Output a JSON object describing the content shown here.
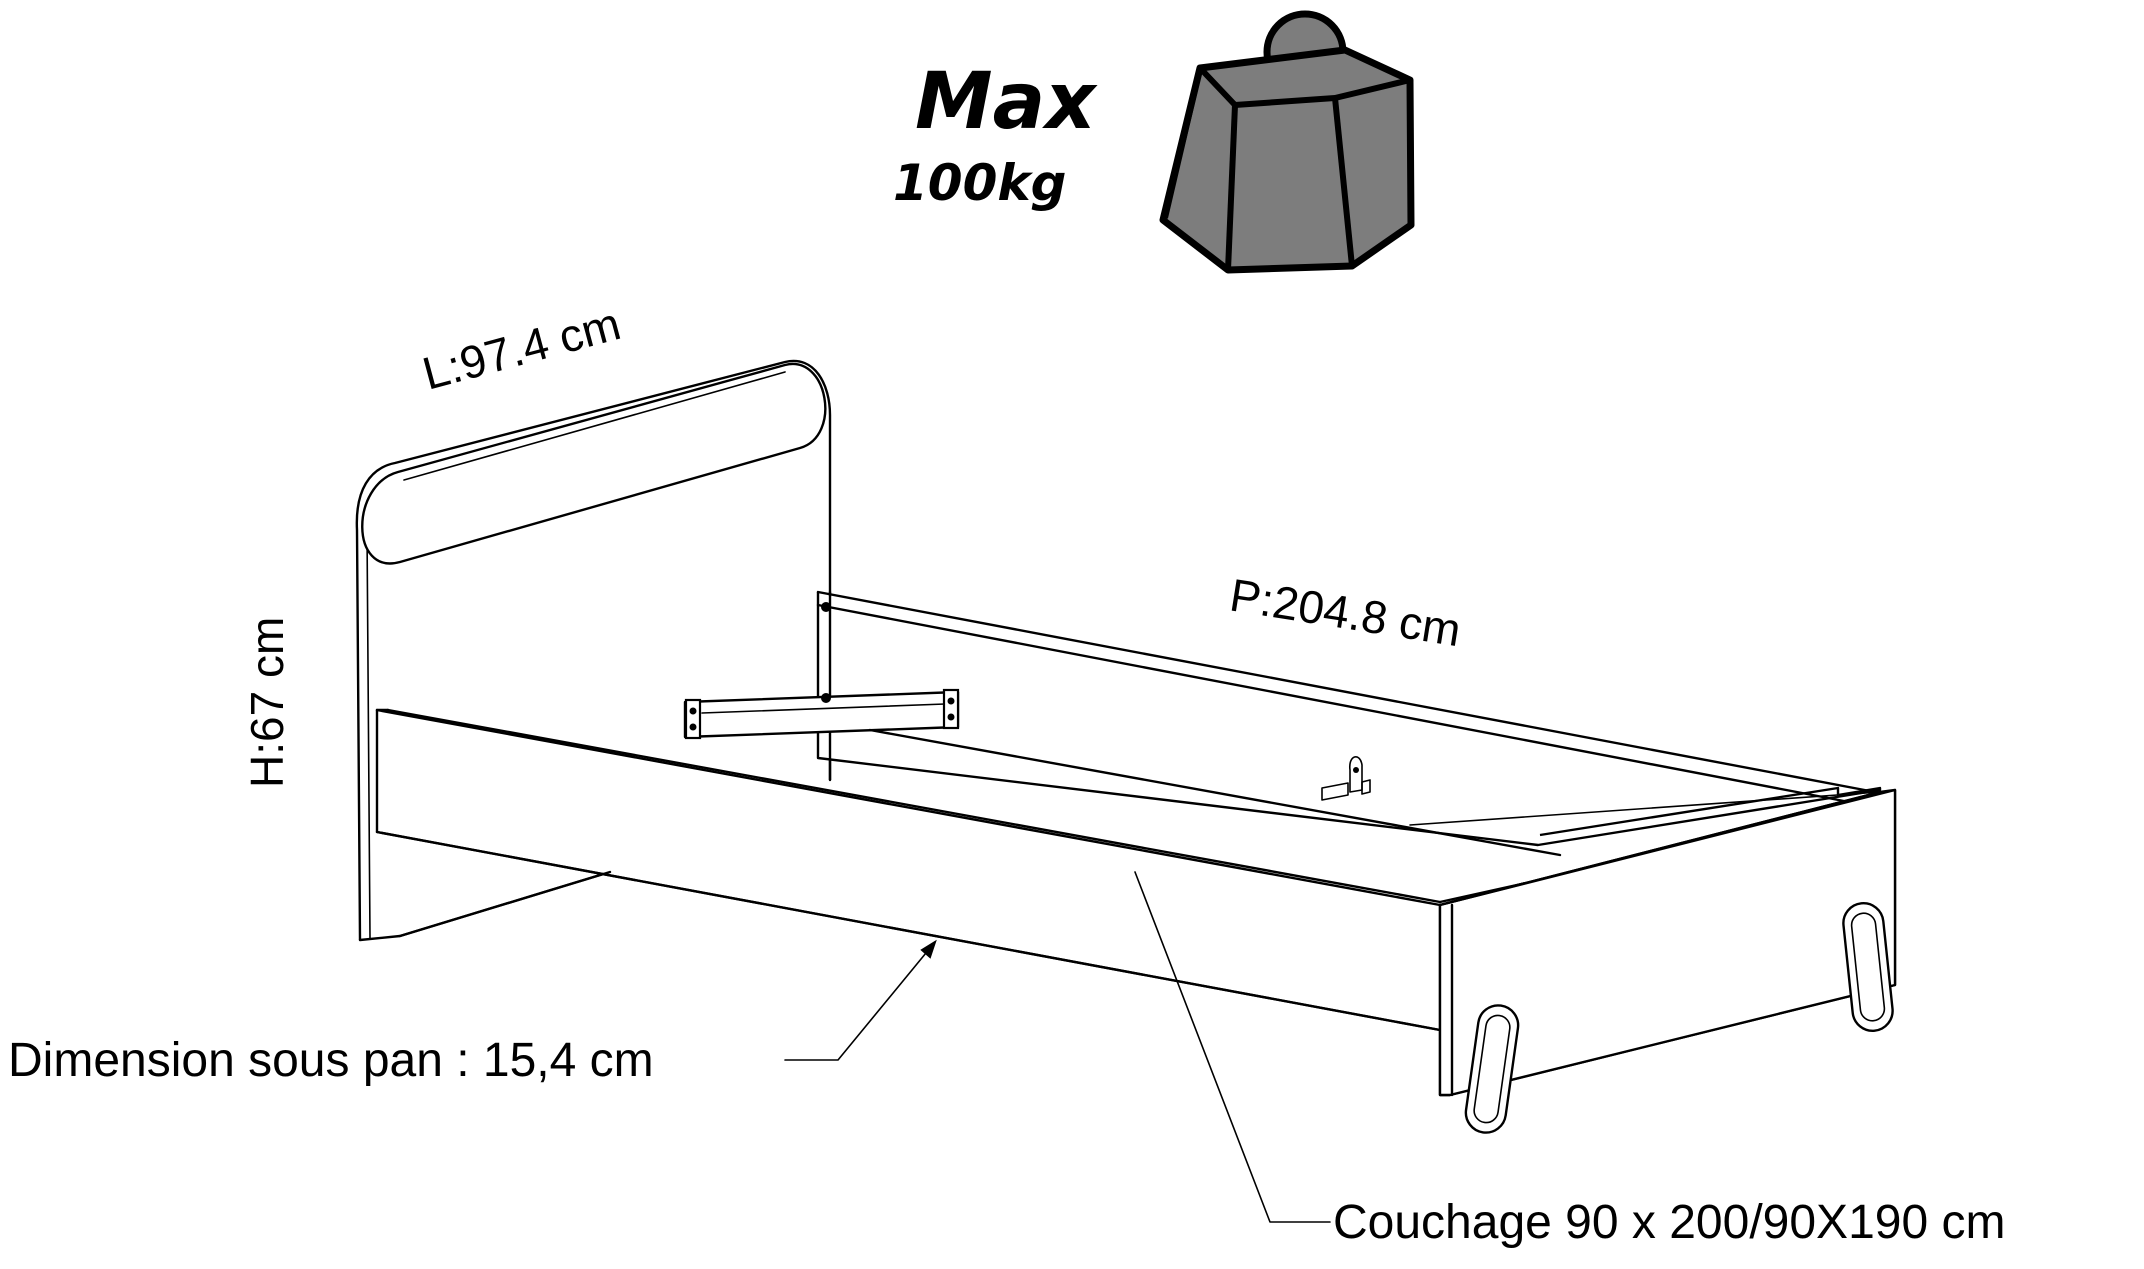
{
  "weight_badge": {
    "title": "Max",
    "value": "100kg",
    "icon": "weight-icon",
    "icon_color": "#7d7d7d"
  },
  "dimensions": {
    "width_label": "L:97.4 cm",
    "height_label": "H:67 cm",
    "depth_label": "P:204.8 cm",
    "under_bed_label": "Dimension sous pan : 15,4 cm",
    "sleeping_surface_label": "Couchage 90 x 200/90X190 cm"
  },
  "colors": {
    "line": "#000000",
    "background": "#ffffff"
  }
}
